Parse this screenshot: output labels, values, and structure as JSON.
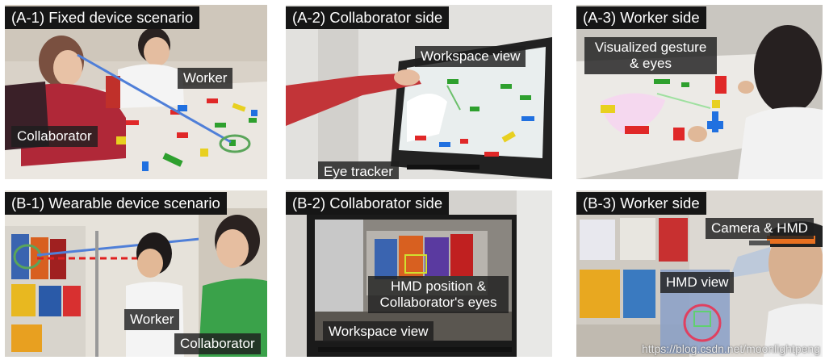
{
  "panels": {
    "a1": {
      "title": "(A-1) Fixed device scenario",
      "worker": "Worker",
      "collaborator": "Collaborator"
    },
    "a2": {
      "title": "(A-2) Collaborator side",
      "workspace": "Workspace view",
      "eye_tracker": "Eye tracker"
    },
    "a3": {
      "title": "(A-3) Worker side",
      "visualized": "Visualized gesture & eyes"
    },
    "b1": {
      "title": "(B-1) Wearable device scenario",
      "worker": "Worker",
      "collaborator": "Collaborator"
    },
    "b2": {
      "title": "(B-2) Collaborator side",
      "hmd_position": "HMD position & Collaborator's eyes",
      "workspace": "Workspace view"
    },
    "b3": {
      "title": "(B-3) Worker side",
      "camera_hmd": "Camera & HMD",
      "hmd_view": "HMD view"
    }
  },
  "watermark": "https://blog.csdn.net/moonlightpeng",
  "colors": {
    "label_bg": "#1e1e1e",
    "gaze_line": "#4f7fd8",
    "ring": "#5aa55a",
    "dashed": "#e02020"
  }
}
